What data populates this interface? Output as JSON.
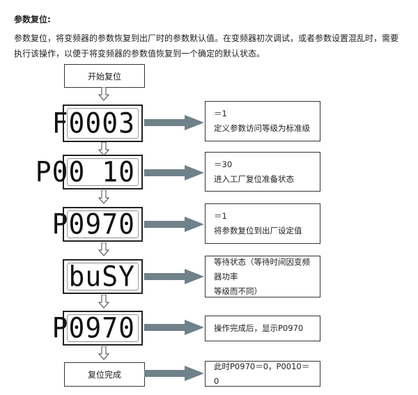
{
  "heading": "参数复位:",
  "paragraph": "参数复位，将变频器的参数恢复到出厂时的参数默认值。在变频器初次调试，或者参数设置混乱时，需要执行该操作，以便于将变频器的参数值恢复到一个确定的默认状态。",
  "flow": {
    "start": "开始复位",
    "end": "复位完成",
    "displays": [
      "F0003",
      "P00 10",
      "P0970",
      " buSY",
      "P0970"
    ],
    "notes": [
      {
        "line1": "＝1",
        "line2": "定义参数访问等级为标准级"
      },
      {
        "line1": "＝30",
        "line2": "进入工厂复位准备状态"
      },
      {
        "line1": "＝1",
        "line2": "将参数复位到出厂设定值"
      },
      {
        "line1": "等待状态（等待时间因变频器功率",
        "line2": "等级而不同）"
      },
      {
        "line1": "操作完成后，显示P0970"
      },
      {
        "line1": "此时P0970＝0，P0010＝0"
      }
    ],
    "arrow_color": "#6f8189"
  }
}
